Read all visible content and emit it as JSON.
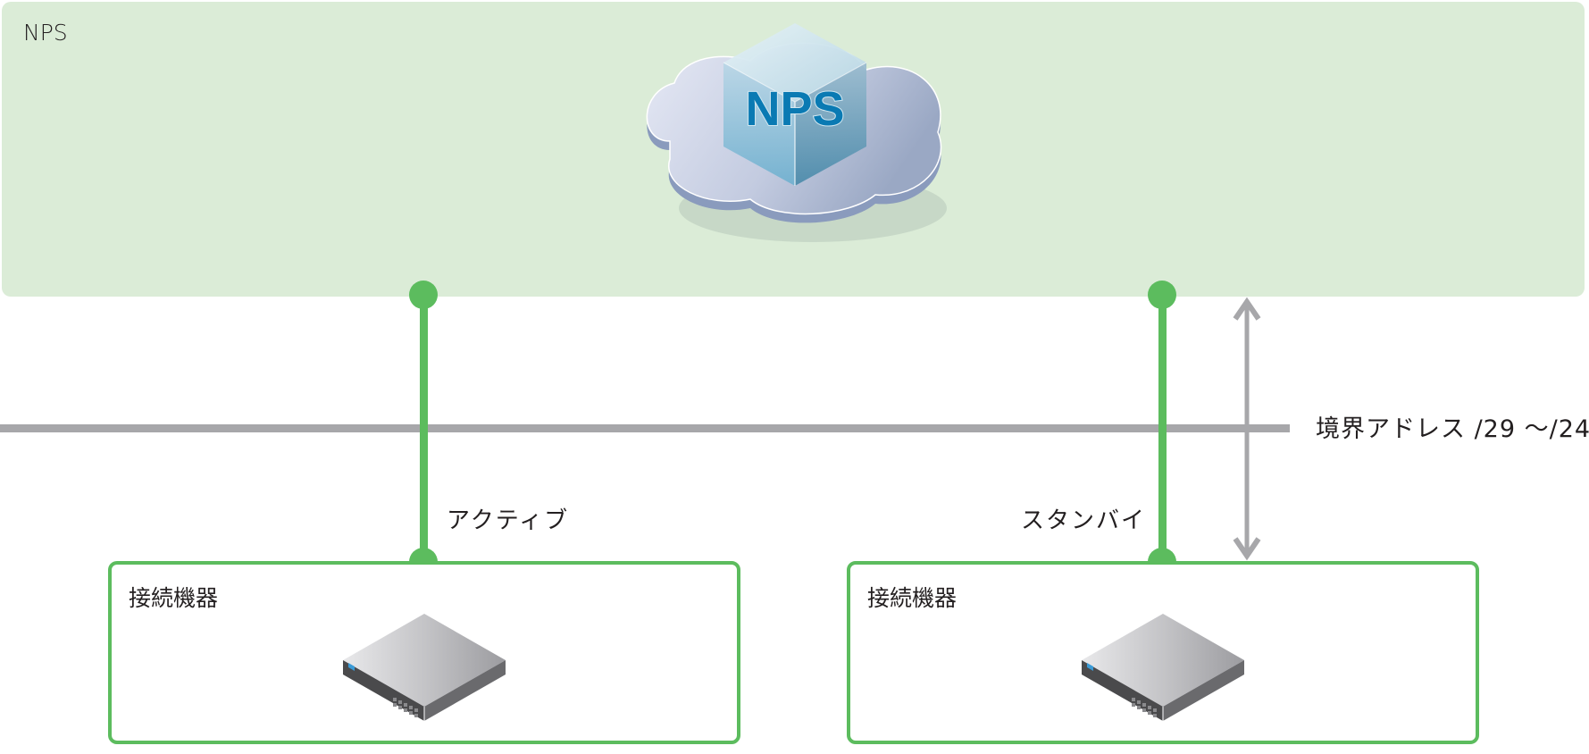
{
  "diagram": {
    "title": "NPS",
    "cloud_icon": {
      "name": "nps-cloud-cube-icon",
      "text": "NPS"
    },
    "boundary": {
      "label": "境界アドレス /29 ～/24"
    },
    "links": [
      {
        "label": "アクティブ",
        "role": "active"
      },
      {
        "label": "スタンバイ",
        "role": "standby"
      }
    ],
    "devices": [
      {
        "label": "接続機器",
        "icon": "network-switch-icon"
      },
      {
        "label": "接続機器",
        "icon": "network-switch-icon"
      }
    ],
    "colors": {
      "panel_bg": "#dbecd7",
      "link_green": "#5cbc5e",
      "boundary_gray": "#a7a7aa",
      "nps_text_blue": "#0a7ab3"
    }
  }
}
